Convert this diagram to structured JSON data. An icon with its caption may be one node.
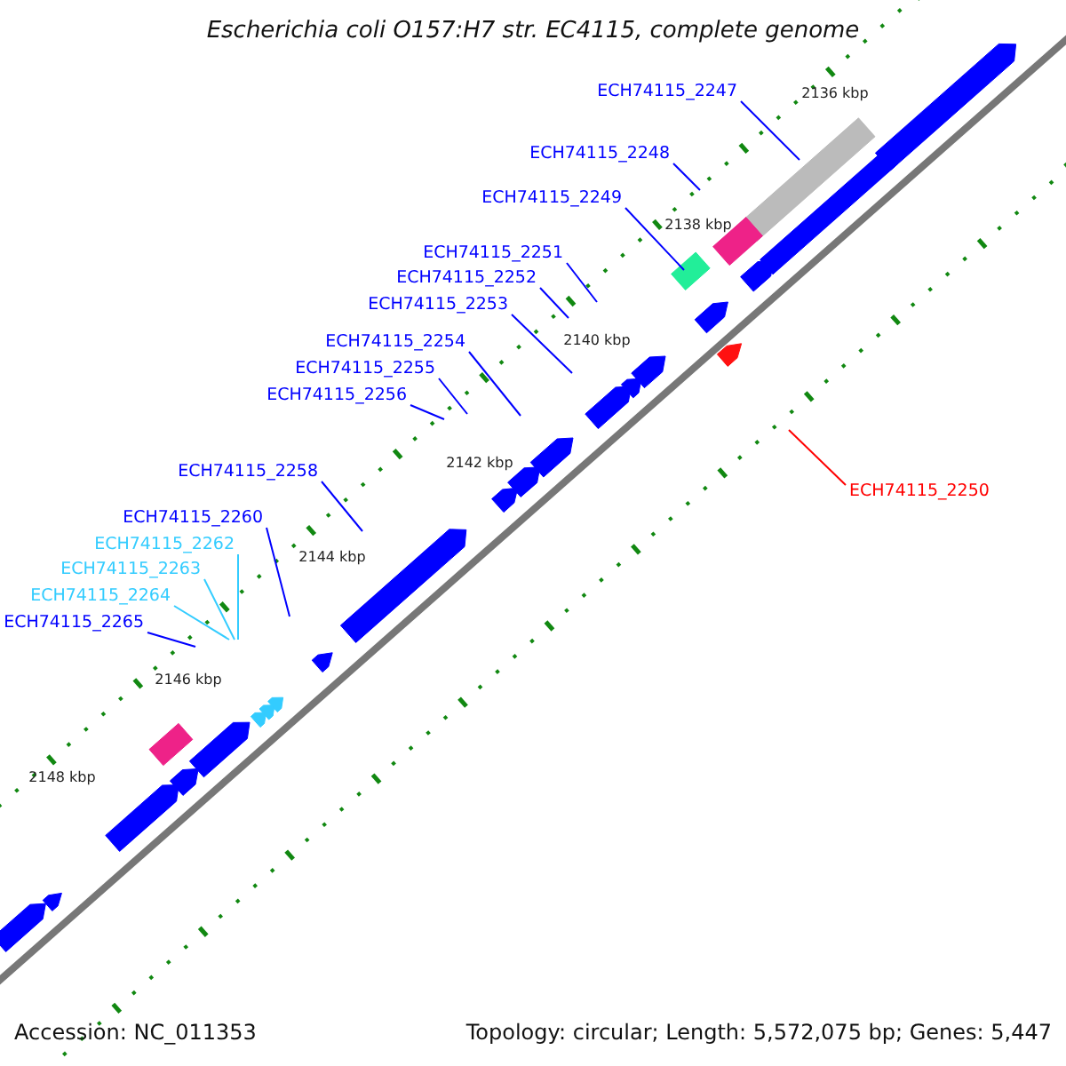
{
  "diagram": {
    "title": "Escherichia coli O157:H7 str. EC4115, complete genome",
    "nodes": [
      {
        "text": [
          "ECH74115_2247"
        ]
      },
      {
        "text": [
          "ECH74115_2248"
        ]
      },
      {
        "text": [
          "ECH74115_2249"
        ]
      },
      {
        "text": [
          "ECH74115_2251"
        ]
      },
      {
        "text": [
          "ECH74115_2252"
        ]
      },
      {
        "text": [
          "ECH74115_2253"
        ]
      },
      {
        "text": [
          "ECH74115_2254"
        ]
      },
      {
        "text": [
          "ECH74115_2255"
        ]
      },
      {
        "text": [
          "ECH74115_2256"
        ]
      },
      {
        "text": [
          "ECH74115_2258"
        ]
      },
      {
        "text": [
          "ECH74115_2250"
        ]
      },
      {
        "text": [
          "ECH74115_2260"
        ]
      },
      {
        "text": [
          "ECH74115_2262"
        ]
      },
      {
        "text": [
          "ECH74115_2263"
        ]
      },
      {
        "text": [
          "ECH74115_2264"
        ]
      },
      {
        "text": [
          "ECH74115_2265"
        ]
      }
    ],
    "edges": [
      {
        "from": 0,
        "to": null,
        "arrow": "none"
      },
      {
        "from": 1,
        "to": null,
        "arrow": "none"
      },
      {
        "from": 2,
        "to": null,
        "arrow": "none"
      },
      {
        "from": 3,
        "to": null,
        "arrow": "none"
      },
      {
        "from": 4,
        "to": null,
        "arrow": "none"
      },
      {
        "from": 5,
        "to": null,
        "arrow": "none"
      },
      {
        "from": 6,
        "to": null,
        "arrow": "none"
      },
      {
        "from": 7,
        "to": null,
        "arrow": "none"
      },
      {
        "from": 8,
        "to": null,
        "arrow": "none"
      },
      {
        "from": 9,
        "to": null,
        "arrow": "none"
      },
      {
        "from": 10,
        "to": null,
        "arrow": "none",
        "color": "#ff0000"
      },
      {
        "from": 11,
        "to": null,
        "arrow": "none"
      },
      {
        "from": 12,
        "to": null,
        "arrow": "none",
        "color": "#33ccff"
      },
      {
        "from": 13,
        "to": null,
        "arrow": "none",
        "color": "#33ccff"
      },
      {
        "from": 14,
        "to": null,
        "arrow": "none",
        "color": "#33ccff"
      },
      {
        "from": 15,
        "to": null,
        "arrow": "none"
      }
    ],
    "labels": [
      "2136 kbp",
      "2138 kbp",
      "2140 kbp",
      "2142 kbp",
      "2144 kbp",
      "2146 kbp",
      "2148 kbp",
      "Accession: NC_011353",
      "Topology: circular; Length: 5,572,075 bp; Genes: 5,447"
    ]
  }
}
